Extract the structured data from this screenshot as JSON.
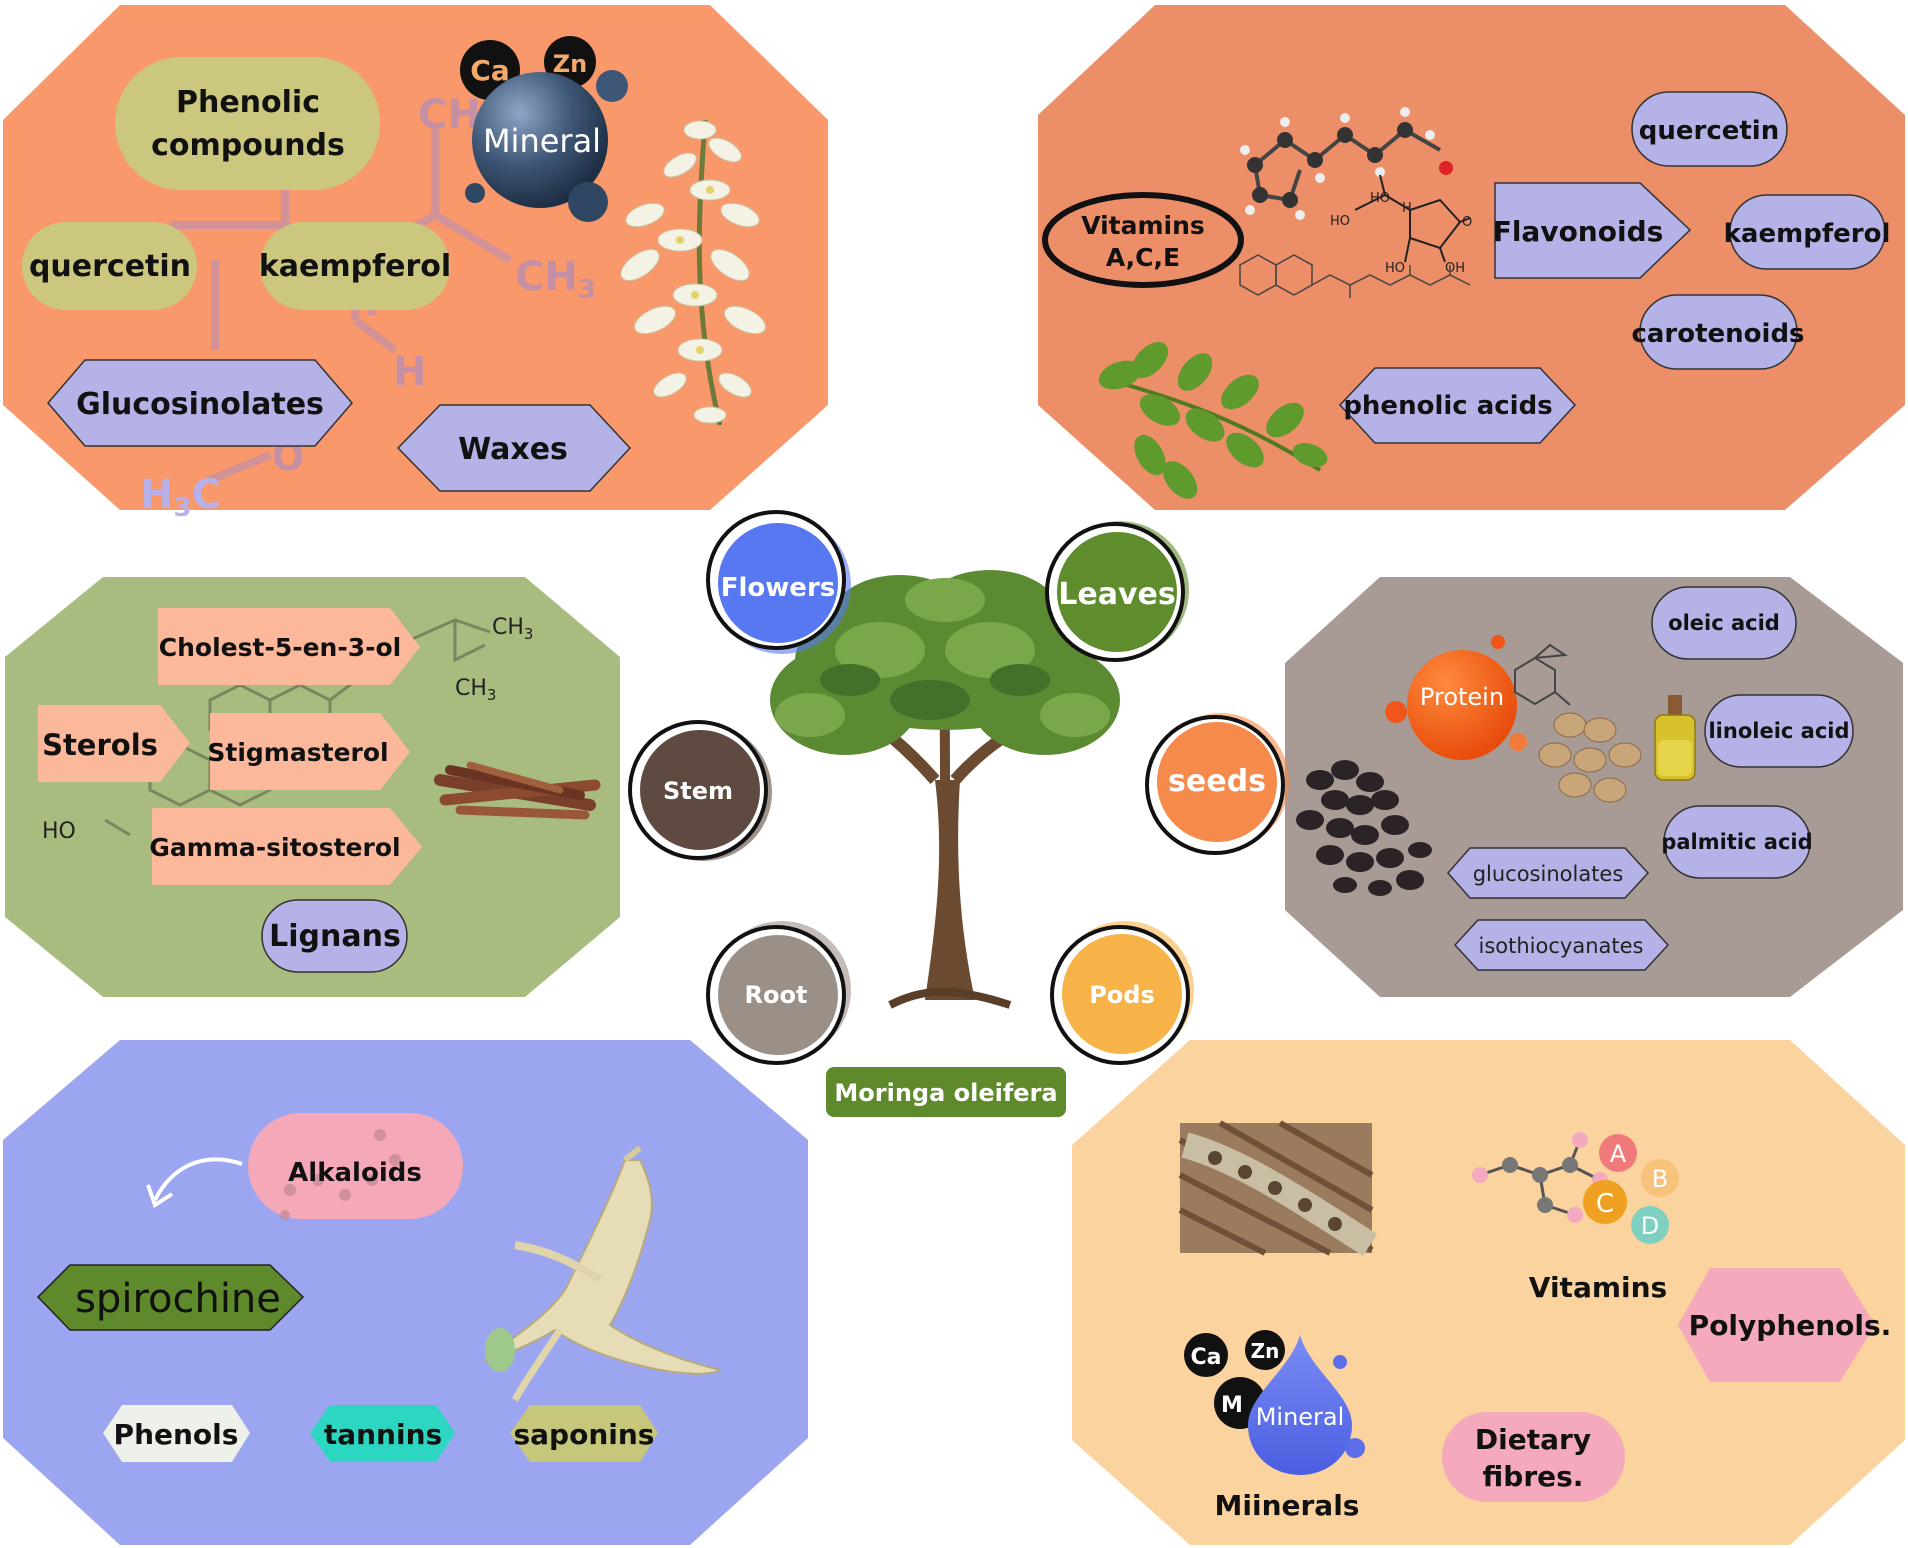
{
  "center": {
    "title": "Moringa oleifera",
    "colors": {
      "label_bg": "#5e8a2c"
    }
  },
  "nodes": {
    "flowers": {
      "label": "Flowers",
      "color": "#5878f2"
    },
    "leaves": {
      "label": "Leaves",
      "color": "#5f8c2c"
    },
    "stem": {
      "label": "Stem",
      "color": "#5e4a40"
    },
    "seeds": {
      "label": "seeds",
      "color": "#f58a4a"
    },
    "root": {
      "label": "Root",
      "color": "#9b9088"
    },
    "pods": {
      "label": "Pods",
      "color": "#f7b347"
    }
  },
  "panels": {
    "flowers": {
      "color": "#f9986a",
      "phenolic": "Phenolic",
      "compounds": "compounds",
      "quercetin": "quercetin",
      "kaempferol": "kaempferol",
      "glucosinolates": "Glucosinolates",
      "waxes": "Waxes",
      "mineral": "Mineral",
      "ca": "Ca",
      "zn": "Zn",
      "ch": "CH",
      "ch3": "CH",
      "ch3_sub": "3",
      "h": "H",
      "h3c": "H",
      "h3c_sub": "3",
      "h3c_c": "C",
      "o": "O"
    },
    "leaves": {
      "color": "#ec8e68",
      "vitamins_line1": "Vitamins",
      "vitamins_line2": "A,C,E",
      "flavonoids": "Flavonoids",
      "quercetin": "quercetin",
      "kaempferol": "kaempferol",
      "carotenoids": "carotenoids",
      "phenolic_acids": "phenolic acids",
      "ho1": "HO",
      "ho2": "HO",
      "ho3": "HO",
      "oh": "OH",
      "h": "H",
      "o": "O"
    },
    "stem": {
      "color": "#a9bc7f",
      "cholest": "Cholest-5-en-3-ol",
      "sterols": "Sterols",
      "stigmasterol": "Stigmasterol",
      "gamma": "Gamma-sitosterol",
      "lignans": "Lignans",
      "ch3a": "CH",
      "ch3a_sub": "3",
      "ch3b": "CH",
      "ch3b_sub": "3",
      "ho": "HO"
    },
    "seeds": {
      "color": "#a89a95",
      "protein": "Protein",
      "oleic": "oleic acid",
      "linoleic": "linoleic acid",
      "palmitic": "palmitic acid",
      "glucosinolates": "glucosinolates",
      "isothiocyanates": "isothiocyanates"
    },
    "root": {
      "color": "#9ca6f0",
      "alkaloids": "Alkaloids",
      "spirochine": "spirochine",
      "phenols": "Phenols",
      "tannins": "tannins",
      "saponins": "saponins"
    },
    "pods": {
      "color": "#fad39e",
      "vitamins": "Vitamins",
      "polyphenols": "Polyphenols.",
      "minerals": "Miinerals",
      "dietary1": "Dietary",
      "dietary2": "fibres.",
      "mineral_drop": "Mineral",
      "ca": "Ca",
      "zn": "Zn",
      "m": "M",
      "vit_a": "A",
      "vit_b": "B",
      "vit_c": "C",
      "vit_d": "D"
    }
  }
}
